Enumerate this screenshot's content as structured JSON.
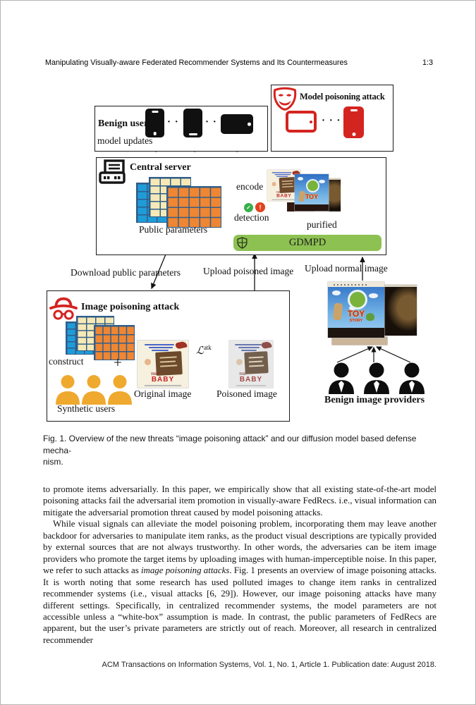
{
  "header": {
    "title": "Manipulating Visually-aware Federated Recommender Systems and Its Countermeasures",
    "page_number": "1:3"
  },
  "figure": {
    "benign_users_box": {
      "title": "Benign users",
      "model_updates_label": "model updates",
      "ellipsis": "· · ·"
    },
    "model_poisoning_box": {
      "title": "Model poisoning attack",
      "ellipsis": "· · ·"
    },
    "central_server_box": {
      "title": "Central server",
      "public_parameters_label": "Public parameters",
      "encode_label": "encode",
      "detection_label": "detection",
      "purified_label": "purified",
      "gdmpd_label": "GDMPD"
    },
    "flow_labels": {
      "download_public_parameters": "Download public parameters",
      "upload_poisoned_image": "Upload poisoned image",
      "upload_normal_image": "Upload normal image"
    },
    "image_poisoning_box": {
      "title": "Image poisoning attack",
      "construct_label": "construct",
      "plus_sign": "+",
      "synthetic_users_label": "Synthetic users",
      "attack_loss_symbol": "ℒ",
      "attack_loss_superscript": "atk",
      "original_image_label": "Original image",
      "poisoned_image_label": "Poisoned image"
    },
    "providers": {
      "label": "Benign image providers"
    },
    "posters": {
      "baby_the": "THE",
      "baby_title": "BABY",
      "toy_title": "TOY",
      "toy_subtitle": "STORY"
    },
    "icons": [
      "mask-icon",
      "server-icon",
      "spy-icon",
      "shield-icon",
      "check-circle-icon",
      "alert-circle-icon",
      "smartphone-icon",
      "tablet-icon",
      "person-icon"
    ]
  },
  "caption": {
    "line1": "Fig. 1.  Overview of the new threats “image poisoning attack” and our diffusion model based defense mecha-",
    "line2": "nism."
  },
  "body": {
    "paragraph1": "to promote items adversarially. In this paper, we empirically show that all existing state-of-the-art model poisoning attacks fail the adversarial item promotion in visually-aware FedRecs. i.e., visual information can mitigate the adversarial promotion threat caused by model poisoning attacks.",
    "paragraph2_part1": "While visual signals can alleviate the model poisoning problem, incorporating them may leave another backdoor for adversaries to manipulate item ranks, as the product visual descriptions are typically provided by external sources that are not always trustworthy. In other words, the adversaries can be item image providers who promote the target items by uploading images with human-imperceptible noise. In this paper, we refer to such attacks as ",
    "paragraph2_italic": "image poisoning attacks",
    "paragraph2_part2": ". Fig. 1 presents an overview of image poisoning attacks. It is worth noting that some research has used polluted images to change item ranks in centralized recommender systems (i.e., visual attacks [6, 29]). However, our image poisoning attacks have many different settings. Specifically, in centralized recommender systems, the model parameters are not accessible unless a “white-box” assumption is made. In contrast, the public parameters of FedRecs are apparent, but the user’s private parameters are strictly out of reach. Moreover, all research in centralized recommender"
  },
  "footer": {
    "text": "ACM Transactions on Information Systems, Vol. 1, No. 1, Article 1. Publication date: August 2018."
  },
  "colors": {
    "attack_red": "#d42420",
    "defense_green": "#8dc152",
    "grid_blue": "#1f9cd8",
    "grid_cream": "#f6e9b6",
    "grid_orange": "#ee8633",
    "grid_border": "#2f5d8a",
    "synthetic_user_orange": "#efa92f",
    "check_green": "#35b04a",
    "alert_red": "#e2421f"
  }
}
